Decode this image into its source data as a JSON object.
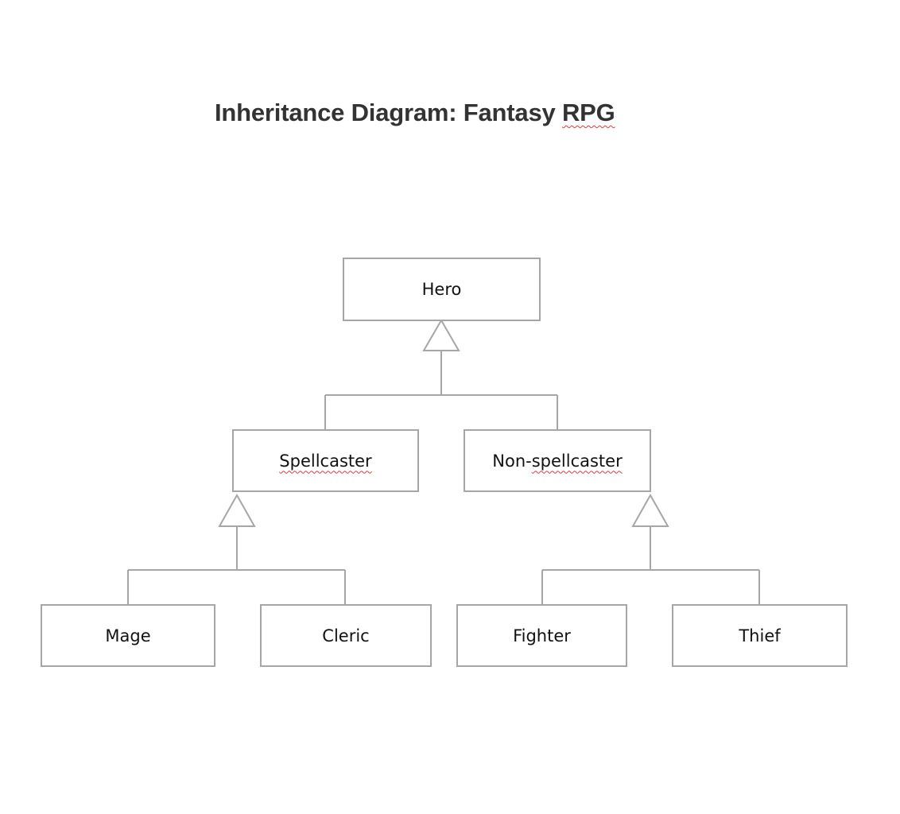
{
  "title": {
    "prefix": "Inheritance Diagram: Fantasy ",
    "misspelled": "RPG"
  },
  "nodes": {
    "hero": "Hero",
    "spellcaster": "Spellcaster",
    "non_spellcaster_prefix": "Non-",
    "non_spellcaster_word": "spellcaster",
    "mage": "Mage",
    "cleric": "Cleric",
    "fighter": "Fighter",
    "thief": "Thief"
  },
  "colors": {
    "border": "#a6a6a6",
    "title": "#333333",
    "spellcheck": "#e0383e"
  }
}
